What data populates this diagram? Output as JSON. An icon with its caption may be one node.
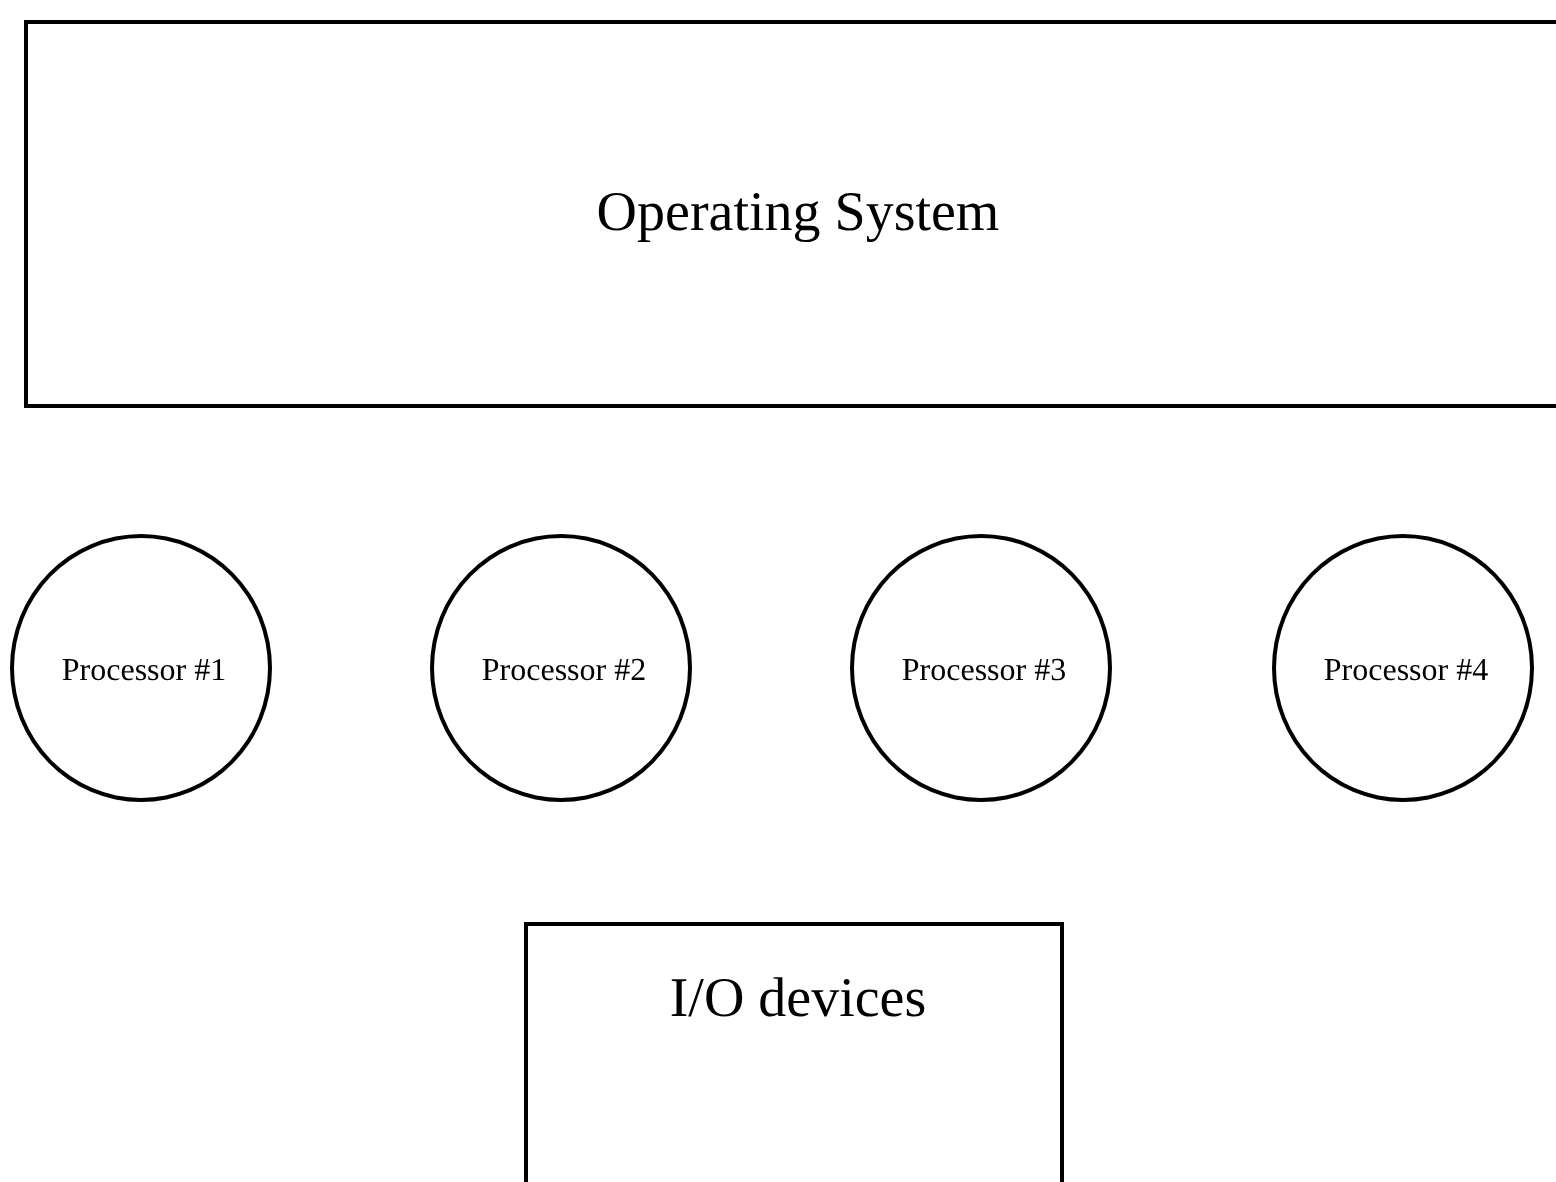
{
  "diagram": {
    "nodes": [
      {
        "text": [
          "Operating System"
        ]
      },
      {
        "text": [
          "Processor #1"
        ]
      },
      {
        "text": [
          "Processor #2"
        ]
      },
      {
        "text": [
          "Processor #3"
        ]
      },
      {
        "text": [
          "Processor #4"
        ]
      },
      {
        "text": [
          "I/O devices"
        ]
      }
    ],
    "edges": []
  }
}
